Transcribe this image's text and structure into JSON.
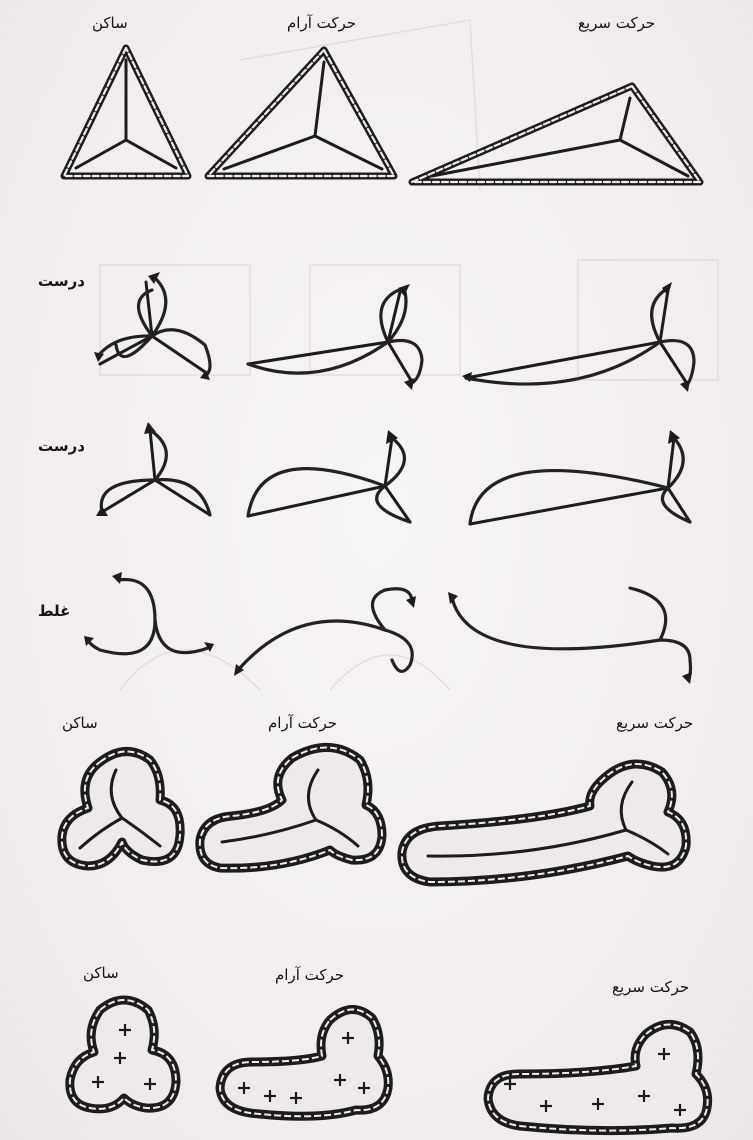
{
  "rows": {
    "triangles": {
      "labels": {
        "static": "ساکن",
        "slow": "حرکت آرام",
        "fast": "حرکت سریع"
      }
    },
    "correct_1": {
      "label": "درست"
    },
    "correct_2": {
      "label": "درست"
    },
    "wrong": {
      "label": "غلط"
    },
    "blobs": {
      "labels": {
        "static": "ساکن",
        "slow": "حرکت آرام",
        "fast": "حرکت سریع"
      }
    },
    "charges": {
      "labels": {
        "static": "ساکن",
        "slow": "حرکت آرام",
        "fast": "حرکت سریع"
      },
      "plus_symbol": "+"
    }
  },
  "colors": {
    "ink": "#1c1c1c",
    "paper": "#f4f1f2"
  }
}
